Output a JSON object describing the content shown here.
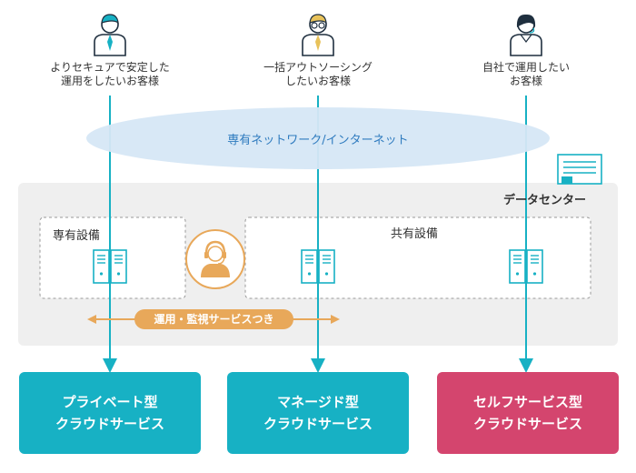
{
  "customers": [
    {
      "label": "よりセキュアで安定した\n運用をしたいお客様",
      "icon": "businessman-icon"
    },
    {
      "label": "一括アウトソーシング\nしたいお客様",
      "icon": "businessman-glasses-icon"
    },
    {
      "label": "自社で運用したい\nお客様",
      "icon": "businesswoman-headset-icon"
    }
  ],
  "network": {
    "label": "専有ネットワーク/インターネット"
  },
  "datacenter": {
    "label": "データセンター",
    "icon": "datacenter-building-icon"
  },
  "dedicated_equipment": {
    "label": "専有設備"
  },
  "shared_equipment": {
    "label": "共有設備"
  },
  "operations": {
    "label": "運用・監視サービスつき",
    "icon": "operator-headset-icon"
  },
  "services": [
    {
      "line1": "プライベート型",
      "line2": "クラウドサービス",
      "color": "#17b1c4"
    },
    {
      "line1": "マネージド型",
      "line2": "クラウドサービス",
      "color": "#17b1c4"
    },
    {
      "line1": "セルフサービス型",
      "line2": "クラウドサービス",
      "color": "#d4456e"
    }
  ],
  "colors": {
    "line": "#17b1c4",
    "network_fill": "#d6e7f5",
    "datacenter_bg": "#efefef",
    "operations": "#e8a85a",
    "teal": "#17b1c4",
    "pink": "#d4456e"
  }
}
